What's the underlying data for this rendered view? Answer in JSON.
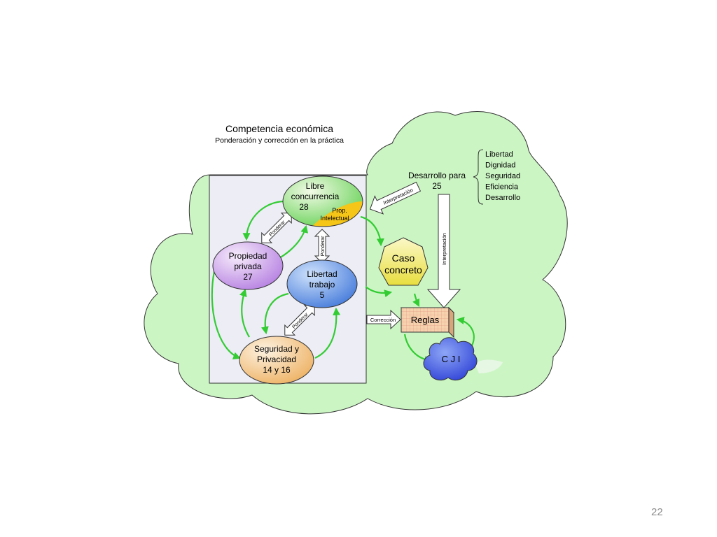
{
  "title": "Competencia económica",
  "subtitle": "Ponderación y corrección en la práctica",
  "nodes": {
    "libre": {
      "line1": "Libre",
      "line2": "concurrencia",
      "line3": "28"
    },
    "prop_intelectual": {
      "line1": "Prop.",
      "line2": "Intelectual"
    },
    "propiedad": {
      "line1": "Propiedad",
      "line2": "privada",
      "line3": "27"
    },
    "libertad": {
      "line1": "Libertad",
      "line2": "trabajo",
      "line3": "5"
    },
    "seguridad": {
      "line1": "Seguridad y",
      "line2": "Privacidad",
      "line3": "14 y 16"
    },
    "caso": {
      "line1": "Caso",
      "line2": "concreto"
    },
    "reglas": {
      "label": "Reglas"
    },
    "cji": {
      "label": "C J I"
    },
    "desarrollo": {
      "line1": "Desarrollo para",
      "line2": "25"
    }
  },
  "arrows": {
    "ponderar_1": "Ponderar",
    "ponderar_2": "Ponderar",
    "ponderar_3": "Ponderar",
    "interpretacion_diag": "Interpretación",
    "interpretacion_vert": "Interpretación",
    "correccion": "Corrección"
  },
  "values_list": [
    "Libertad",
    "Dignidad",
    "Seguridad",
    "Eficiencia",
    "Desarrollo"
  ],
  "page_number": "22",
  "colors": {
    "cloud_fill": "#ccf5c4",
    "panel_fill": "#ecedf5",
    "connector": "#33cc33",
    "libre_fill": "#7ee06a",
    "prop_fill": "#f5c518",
    "propiedad_fill": "#c89be6",
    "libertad_fill": "#5b8de0",
    "seguridad_fill": "#f2c27c",
    "caso_fill": "#f2ec6c",
    "reglas_fill": "#f5cfa6",
    "cji_fill": "#4a63e8"
  }
}
